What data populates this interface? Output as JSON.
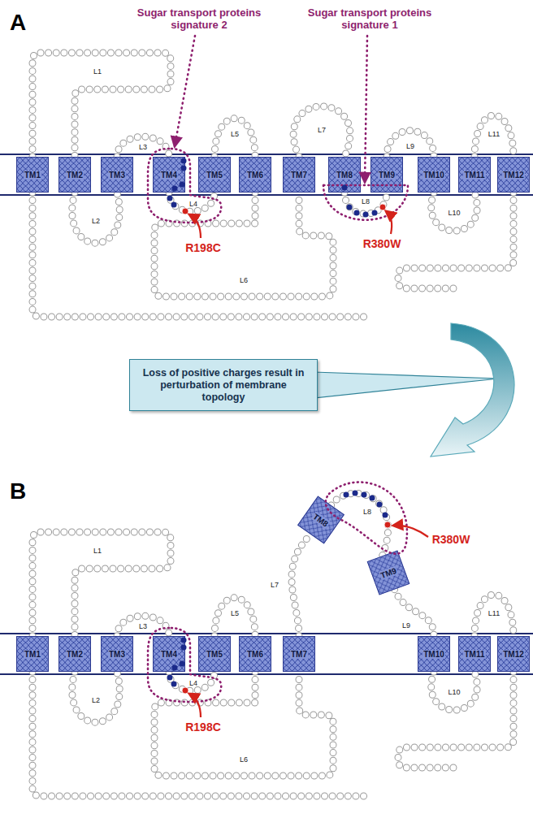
{
  "diagram": {
    "nodes": [
      {
        "text": [
          "TM1"
        ]
      },
      {
        "text": [
          "TM2"
        ]
      },
      {
        "text": [
          "TM3"
        ]
      },
      {
        "text": [
          "TM4"
        ]
      },
      {
        "text": [
          "TM5"
        ]
      },
      {
        "text": [
          "TM6"
        ]
      },
      {
        "text": [
          "TM7"
        ]
      },
      {
        "text": [
          "TM8"
        ]
      },
      {
        "text": [
          "TM9"
        ]
      },
      {
        "text": [
          "TM10"
        ]
      },
      {
        "text": [
          "TM11"
        ]
      },
      {
        "text": [
          "TM12"
        ]
      },
      {
        "text": [
          "Loss of positive charges result in perturbation of membrane topology"
        ]
      },
      {
        "text": [
          "TM1"
        ]
      },
      {
        "text": [
          "TM2"
        ]
      },
      {
        "text": [
          "TM3"
        ]
      },
      {
        "text": [
          "TM4"
        ]
      },
      {
        "text": [
          "TM5"
        ]
      },
      {
        "text": [
          "TM6"
        ]
      },
      {
        "text": [
          "TM7"
        ]
      },
      {
        "text": [
          "TM8"
        ]
      },
      {
        "text": [
          "TM9"
        ]
      },
      {
        "text": [
          "TM10"
        ]
      },
      {
        "text": [
          "TM11"
        ]
      },
      {
        "text": [
          "TM12"
        ]
      }
    ],
    "edges": [
      {
        "from": 0,
        "to": 1,
        "label": "L1",
        "arrow": "none"
      },
      {
        "from": 1,
        "to": 2,
        "label": "L2",
        "arrow": "none"
      },
      {
        "from": 2,
        "to": 3,
        "label": "L3",
        "arrow": "none"
      },
      {
        "from": 3,
        "to": 4,
        "label": "L4",
        "arrow": "none"
      },
      {
        "from": 4,
        "to": 5,
        "label": "L5",
        "arrow": "none"
      },
      {
        "from": 5,
        "to": 6,
        "label": "L6",
        "arrow": "none"
      },
      {
        "from": 6,
        "to": 7,
        "label": "L7",
        "arrow": "none"
      },
      {
        "from": 7,
        "to": 8,
        "label": "L8",
        "arrow": "none"
      },
      {
        "from": 8,
        "to": 9,
        "label": "L9",
        "arrow": "none"
      },
      {
        "from": 9,
        "to": 10,
        "label": "L10",
        "arrow": "none"
      },
      {
        "from": 10,
        "to": 11,
        "label": "L11",
        "arrow": "none"
      },
      {
        "from": 13,
        "to": 14,
        "label": "L1",
        "arrow": "none"
      },
      {
        "from": 14,
        "to": 15,
        "label": "L2",
        "arrow": "none"
      },
      {
        "from": 15,
        "to": 16,
        "label": "L3",
        "arrow": "none"
      },
      {
        "from": 16,
        "to": 17,
        "label": "L4",
        "arrow": "none"
      },
      {
        "from": 17,
        "to": 18,
        "label": "L5",
        "arrow": "none"
      },
      {
        "from": 18,
        "to": 19,
        "label": "L6",
        "arrow": "none"
      },
      {
        "from": 19,
        "to": 20,
        "label": "L7",
        "arrow": "none"
      },
      {
        "from": 20,
        "to": 21,
        "label": "L8",
        "arrow": "none"
      },
      {
        "from": 21,
        "to": 22,
        "label": "L9",
        "arrow": "none"
      },
      {
        "from": 22,
        "to": 23,
        "label": "L10",
        "arrow": "none"
      },
      {
        "from": 23,
        "to": 24,
        "label": "L11",
        "arrow": "none"
      }
    ],
    "labels": [
      "A",
      "Sugar transport proteins signature 2",
      "Sugar transport proteins signature 1",
      "R198C",
      "R380W",
      "B",
      "R198C",
      "R380W"
    ]
  }
}
